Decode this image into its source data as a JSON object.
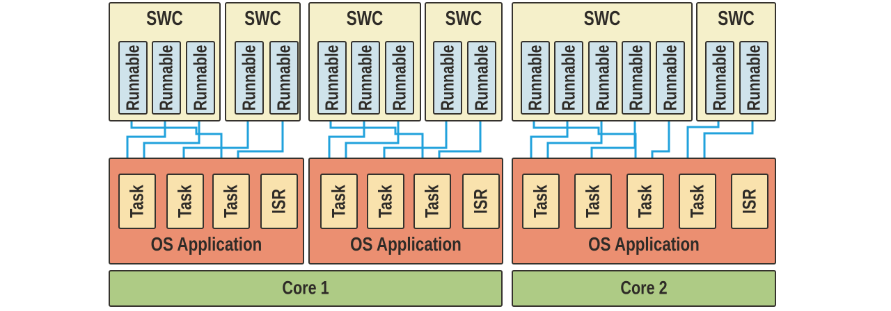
{
  "colors": {
    "background": "#ffffff",
    "swc_fill": "#f5f0ca",
    "runnable_fill": "#cfe3eb",
    "os_app_fill": "#eb8f71",
    "task_fill": "#f9e2ad",
    "core_fill": "#aecb85",
    "border": "#35322d",
    "text": "#2e2b27",
    "wire": "#21a2dc"
  },
  "sections": [
    {
      "swcs": [
        {
          "label": "SWC",
          "runnables": [
            "Runnable",
            "Runnable",
            "Runnable"
          ]
        },
        {
          "label": "SWC",
          "runnables": [
            "Runnable",
            "Runnable"
          ]
        }
      ],
      "os_application": {
        "label": "OS Application",
        "units": [
          "Task",
          "Task",
          "Task",
          "ISR"
        ]
      },
      "connections": [
        {
          "from": [
            0,
            0
          ],
          "to": {
            "unit": 2,
            "side": "left"
          }
        },
        {
          "from": [
            0,
            1
          ],
          "to": {
            "unit": 0,
            "side": "left"
          }
        },
        {
          "from": [
            0,
            2
          ],
          "to": {
            "unit": 0,
            "side": "right"
          }
        },
        {
          "from": [
            1,
            0
          ],
          "to": {
            "unit": 1,
            "side": "center"
          }
        },
        {
          "from": [
            1,
            1
          ],
          "to": {
            "unit": 2,
            "side": "right"
          }
        }
      ]
    },
    {
      "swcs": [
        {
          "label": "SWC",
          "runnables": [
            "Runnable",
            "Runnable",
            "Runnable"
          ]
        },
        {
          "label": "SWC",
          "runnables": [
            "Runnable",
            "Runnable"
          ]
        }
      ],
      "os_application": {
        "label": "OS Application",
        "units": [
          "Task",
          "Task",
          "Task",
          "ISR"
        ]
      },
      "connections": [
        {
          "from": [
            0,
            0
          ],
          "to": {
            "unit": 2,
            "side": "left"
          }
        },
        {
          "from": [
            0,
            1
          ],
          "to": {
            "unit": 0,
            "side": "left"
          }
        },
        {
          "from": [
            0,
            2
          ],
          "to": {
            "unit": 0,
            "side": "right"
          }
        },
        {
          "from": [
            1,
            0
          ],
          "to": {
            "unit": 1,
            "side": "center"
          }
        },
        {
          "from": [
            1,
            1
          ],
          "to": {
            "unit": 2,
            "side": "right"
          }
        }
      ]
    },
    {
      "swcs": [
        {
          "label": "SWC",
          "runnables": [
            "Runnable",
            "Runnable",
            "Runnable",
            "Runnable",
            "Runnable"
          ]
        },
        {
          "label": "SWC",
          "runnables": [
            "Runnable",
            "Runnable"
          ]
        }
      ],
      "os_application": {
        "label": "OS Application",
        "units": [
          "Task",
          "Task",
          "Task",
          "Task",
          "ISR"
        ]
      },
      "connections": [
        {
          "from": [
            0,
            0
          ],
          "to": {
            "unit": 2,
            "side": "left"
          }
        },
        {
          "from": [
            0,
            1
          ],
          "to": {
            "unit": 0,
            "side": "left"
          }
        },
        {
          "from": [
            0,
            2
          ],
          "to": {
            "unit": 0,
            "side": "right"
          }
        },
        {
          "from": [
            0,
            3
          ],
          "to": {
            "unit": 1,
            "side": "center"
          }
        },
        {
          "from": [
            0,
            4
          ],
          "to": {
            "unit": 2,
            "side": "right"
          }
        },
        {
          "from": [
            1,
            0
          ],
          "to": {
            "unit": 3,
            "side": "left"
          }
        },
        {
          "from": [
            1,
            1
          ],
          "to": {
            "unit": 3,
            "side": "right"
          }
        }
      ]
    }
  ],
  "cores": [
    {
      "label": "Core 1"
    },
    {
      "label": "Core 2"
    }
  ]
}
